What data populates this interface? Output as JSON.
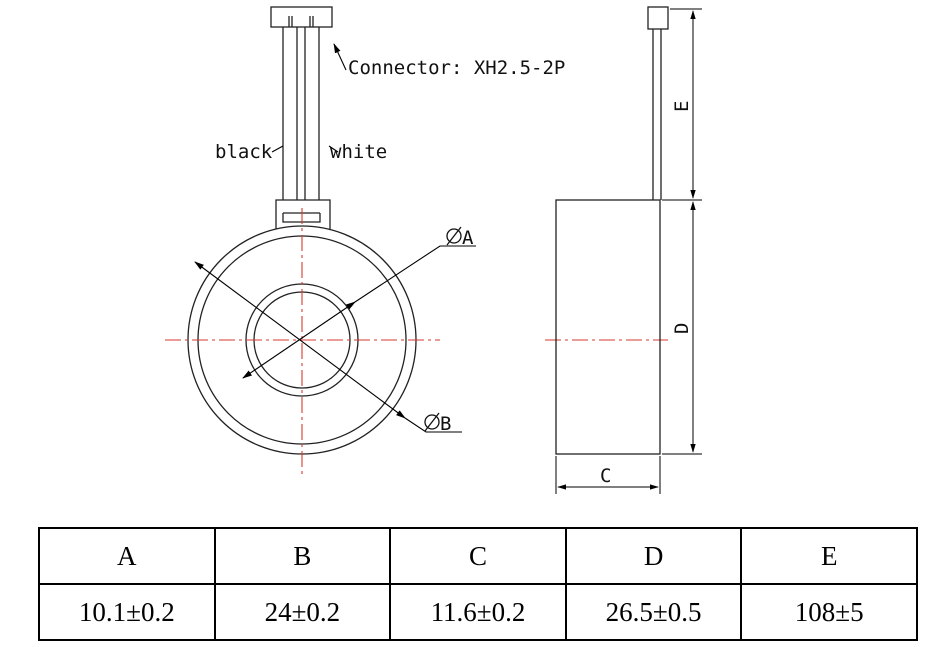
{
  "labels": {
    "connector": "Connector: XH2.5-2P",
    "black": "black",
    "white": "white",
    "dia_a": "A",
    "dia_b": "B",
    "dim_c": "C",
    "dim_d": "D",
    "dim_e": "E"
  },
  "table": {
    "headers": [
      "A",
      "B",
      "C",
      "D",
      "E"
    ],
    "values": [
      "10.1±0.2",
      "24±0.2",
      "11.6±0.2",
      "26.5±0.5",
      "108±5"
    ]
  }
}
